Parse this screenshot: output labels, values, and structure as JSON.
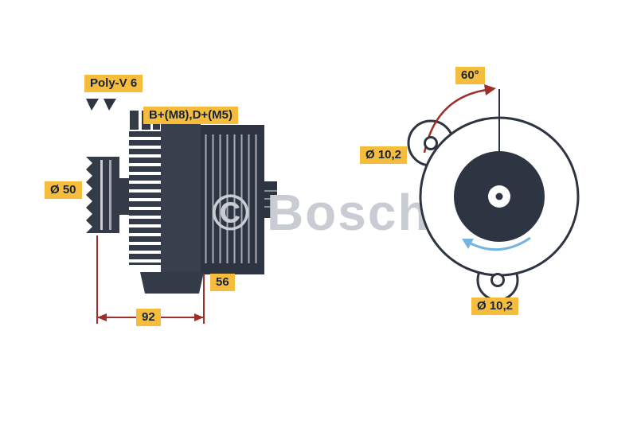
{
  "watermark": "© Bosch",
  "side_view": {
    "belt_type_label": "Poly-V 6",
    "terminal_label": "B+(M8),D+(M5)",
    "pulley_diameter_label": "Ø 50",
    "foot_width_label": "56",
    "mounting_length_label": "92"
  },
  "front_view": {
    "angle_label": "60°",
    "top_hole_label": "Ø 10,2",
    "bottom_hole_label": "Ø 10,2"
  },
  "colors": {
    "label_background": "#F5BD3B",
    "label_text": "#14233D",
    "dimension_red": "#9E2F2A",
    "rotation_arrow_blue": "#73B5E0",
    "drawing_dark": "#2E3542",
    "watermark_gray": "#C9CDD3"
  }
}
